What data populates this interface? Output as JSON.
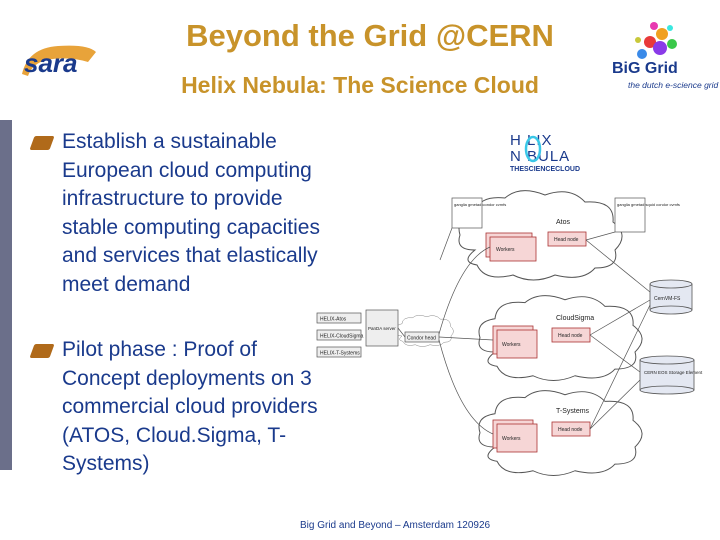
{
  "header": {
    "title": "Beyond the Grid @CERN",
    "subtitle": "Helix Nebula: The Science Cloud"
  },
  "logos": {
    "left": "sara",
    "right_name": "BiG Grid",
    "right_tagline": "the dutch e-science grid",
    "helix_top": "H LIX",
    "helix_mid": "N BULA",
    "helix_bottom": "THESCIENCECLOUD"
  },
  "bullets": [
    {
      "text": "Establish a sustainable European cloud computing infrastructure to provide stable computing capacities and services that elastically meet demand"
    },
    {
      "text": "Pilot phase : Proof of Concept deployments on 3 commercial cloud providers (ATOS, Cloud.Sigma, T-Systems)"
    }
  ],
  "diagram": {
    "clouds": [
      {
        "name": "Atos",
        "head": "Head node",
        "workers": "Workers"
      },
      {
        "name": "CloudSigma",
        "head": "Head node",
        "workers": "Workers"
      },
      {
        "name": "T-Systems",
        "head": "Head node",
        "workers": "Workers"
      }
    ],
    "left_boxes": [
      "HELIX-Atos",
      "HELIX-CloudSigma",
      "HELIX-T-Systems"
    ],
    "panda": "PanDA server",
    "condor": "Condor head",
    "cernvmfs": "CernVM-FS",
    "cerneos": "CERN EOS Storage Element",
    "note_boxes": [
      "ganglia gmetad condor cvmfs",
      "ganglia gmetad squid condor cvmfs"
    ]
  },
  "footer": "Big Grid and Beyond – Amsterdam 120926",
  "colors": {
    "title": "#c8932a",
    "bullet_text": "#1a3a8c",
    "bullet_mark": "#b06a1a",
    "left_bar": "#6b6f8a"
  }
}
